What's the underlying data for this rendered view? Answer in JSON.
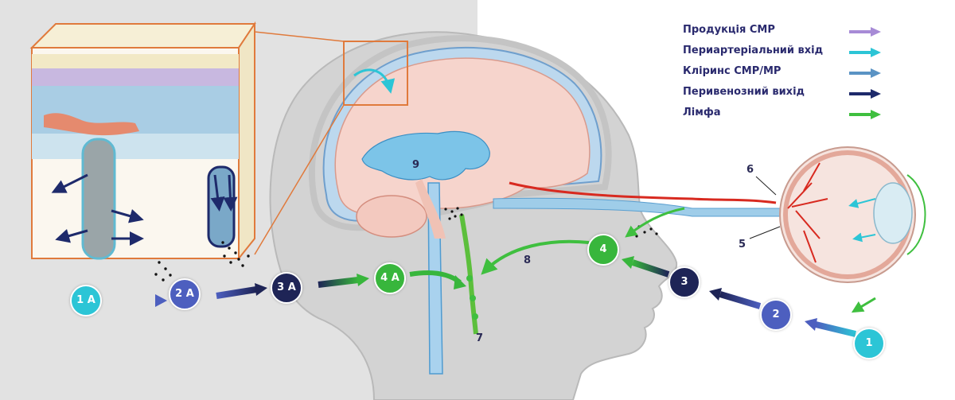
{
  "colors": {
    "csf_production": "#a78bd6",
    "periarterial_inflow": "#2cc5d6",
    "clearance": "#5a93c4",
    "perivenous_outflow": "#1e2a6b",
    "lymph": "#3fbf3f",
    "marker_1": "#2cc5d6",
    "marker_2": "#4d5fbf",
    "marker_3": "#1e2456",
    "marker_4": "#38b63c"
  },
  "legend": [
    {
      "label": "Продукція СМР",
      "color": "#a78bd6",
      "icon": "arrow-right-icon"
    },
    {
      "label": "Периартеріальний вхід",
      "color": "#2cc5d6",
      "icon": "arrow-right-icon"
    },
    {
      "label": "Кліринс СМР/МР",
      "color": "#5a93c4",
      "icon": "arrow-right-icon"
    },
    {
      "label": "Перивенозний вихід",
      "color": "#1e2a6b",
      "icon": "arrow-right-icon"
    },
    {
      "label": "Лімфа",
      "color": "#3fbf3f",
      "icon": "arrow-right-icon"
    }
  ],
  "markers": {
    "m1a": "1 A",
    "m2a": "2 A",
    "m3a": "3 A",
    "m4a": "4 A",
    "m1": "1",
    "m2": "2",
    "m3": "3",
    "m4": "4"
  },
  "numbers": {
    "n5": "5",
    "n6": "6",
    "n7": "7",
    "n8": "8",
    "n9": "9"
  }
}
